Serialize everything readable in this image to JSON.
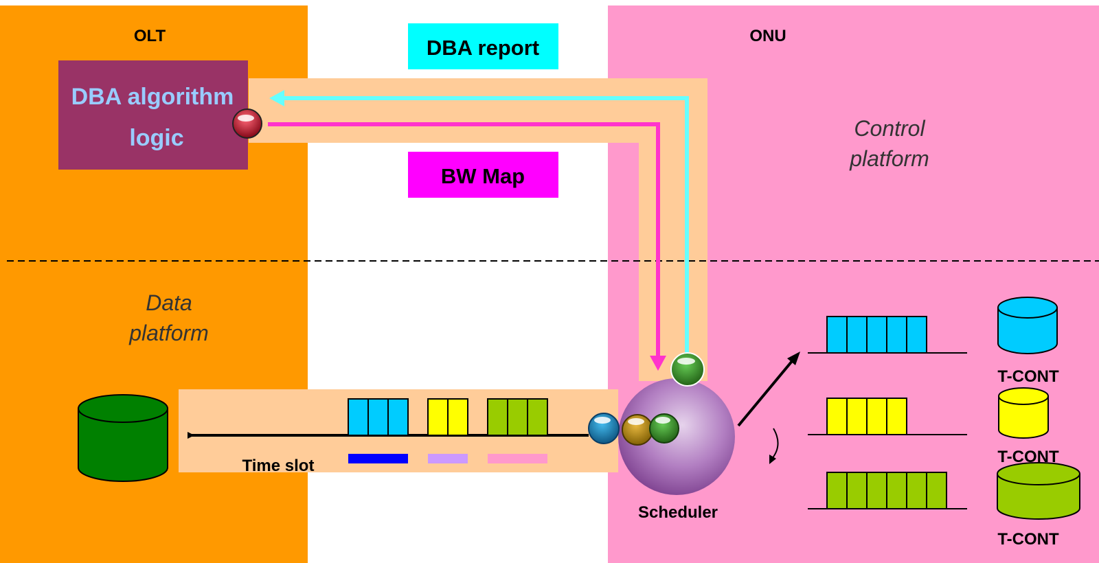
{
  "olt": {
    "label": "OLT",
    "color": "#FF9900"
  },
  "onu": {
    "label": "ONU",
    "color": "#FF99CC"
  },
  "dba_logic": {
    "line1": "DBA algorithm",
    "line2": "logic",
    "box_color": "#993366",
    "text_color": "#99CCFF"
  },
  "dba_report": {
    "label": "DBA report",
    "color": "#00FFFF"
  },
  "bw_map": {
    "label": "BW Map",
    "color": "#FF00FF"
  },
  "control_platform": {
    "line1": "Control",
    "line2": "platform"
  },
  "data_platform": {
    "line1": "Data",
    "line2": "platform"
  },
  "time_slot": {
    "label": "Time slot"
  },
  "scheduler": {
    "label": "Scheduler"
  },
  "tconts": [
    {
      "label": "T-CONT",
      "color": "#00CCFF",
      "cells": 5
    },
    {
      "label": "T-CONT",
      "color": "#FFFF00",
      "cells": 4
    },
    {
      "label": "T-CONT",
      "color": "#99CC00",
      "cells": 6
    }
  ],
  "upstream_bursts": [
    {
      "color": "#00CCFF",
      "cells": 3,
      "slot_color": "#0000FF"
    },
    {
      "color": "#FFFF00",
      "cells": 2,
      "slot_color": "#CC99FF"
    },
    {
      "color": "#99CC00",
      "cells": 3,
      "slot_color": "#FF99CC"
    }
  ],
  "band_color": "#FFCC99",
  "storage_color": "#008000"
}
